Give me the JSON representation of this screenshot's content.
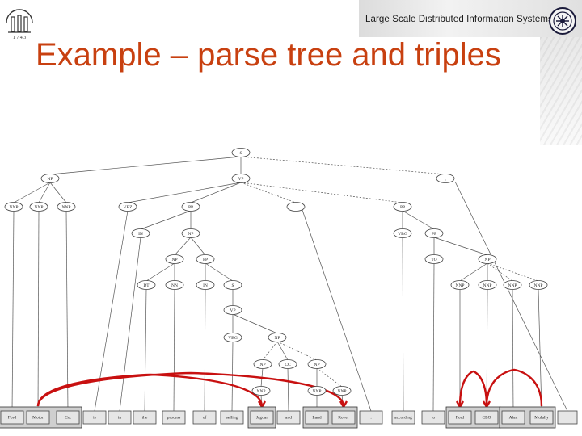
{
  "header": {
    "banner_text": "Large Scale Distributed Information Systems"
  },
  "slide": {
    "title": "Example – parse tree and triples"
  },
  "accent_colors": {
    "title": "#c84010",
    "arcs": "#c81010"
  },
  "tree": {
    "nodes": [
      {
        "id": "S",
        "label": "S"
      },
      {
        "id": "NP0",
        "label": "NP"
      },
      {
        "id": "VP0",
        "label": "VP"
      },
      {
        "id": "COMMA",
        "label": ","
      },
      {
        "id": "NNP1",
        "label": "NNP"
      },
      {
        "id": "NNP2",
        "label": "NNP"
      },
      {
        "id": "NNP3",
        "label": "NNP"
      },
      {
        "id": "VBZ",
        "label": "VBZ"
      },
      {
        "id": "PP1",
        "label": "PP"
      },
      {
        "id": "DOT",
        "label": "."
      },
      {
        "id": "PP2",
        "label": "PP"
      },
      {
        "id": "IN1",
        "label": "IN"
      },
      {
        "id": "NP1",
        "label": "NP"
      },
      {
        "id": "VBG1",
        "label": "VBG"
      },
      {
        "id": "PP3",
        "label": "PP"
      },
      {
        "id": "NP2",
        "label": "NP"
      },
      {
        "id": "PPa",
        "label": "PP"
      },
      {
        "id": "TO",
        "label": "TO"
      },
      {
        "id": "NP3",
        "label": "NP"
      },
      {
        "id": "DT",
        "label": "DT"
      },
      {
        "id": "NN",
        "label": "NN"
      },
      {
        "id": "IN2",
        "label": "IN"
      },
      {
        "id": "S2",
        "label": "S"
      },
      {
        "id": "NNPa",
        "label": "NNP"
      },
      {
        "id": "NNPb",
        "label": "NNP"
      },
      {
        "id": "NNPc",
        "label": "NNP"
      },
      {
        "id": "NNPd",
        "label": "NNP"
      },
      {
        "id": "VP2",
        "label": "VP"
      },
      {
        "id": "VBG2",
        "label": "VBG"
      },
      {
        "id": "NP4",
        "label": "NP"
      },
      {
        "id": "NP5",
        "label": "NP"
      },
      {
        "id": "CC",
        "label": "CC"
      },
      {
        "id": "NP6",
        "label": "NP"
      },
      {
        "id": "NNPe",
        "label": "NNP"
      },
      {
        "id": "NNPf",
        "label": "NNP"
      },
      {
        "id": "NNPg",
        "label": "NNP"
      }
    ],
    "words": [
      "Ford",
      "Motor",
      "Co.",
      "is",
      "in",
      "the",
      "process",
      "of",
      "selling",
      "Jaguar",
      "and",
      "Land",
      "Rover",
      ".",
      "according",
      "to",
      "Ford",
      "CEO",
      "Alan",
      "Mulally"
    ]
  }
}
